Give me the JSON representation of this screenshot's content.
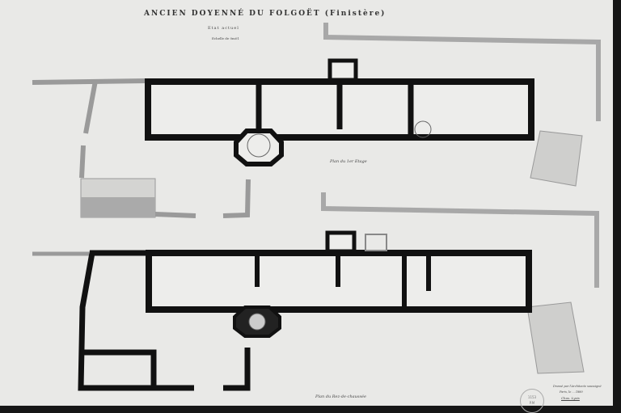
{
  "drawing": {
    "title": "ANCIEN DOYENNÉ DU FOLGOËT (Finistère)",
    "subtitle": "Etat actuel",
    "scale_note": "Echelle de 0m01",
    "upper_plan_label": "Plan du 1er Etage",
    "lower_plan_label": "Plan du Rez-de-chaussée",
    "signature_line1": "Dressé par l'Architecte soussigné",
    "signature_line2": "Paris, le ... 1880",
    "signature_name": "Chas. Lysis",
    "stamp_number": "1153",
    "stamp_code": "P.M"
  },
  "colors": {
    "paper": "#e9e9e7",
    "wall": "#111111",
    "courtyard_wall": "#9a9a9a",
    "frame": "#161616"
  }
}
